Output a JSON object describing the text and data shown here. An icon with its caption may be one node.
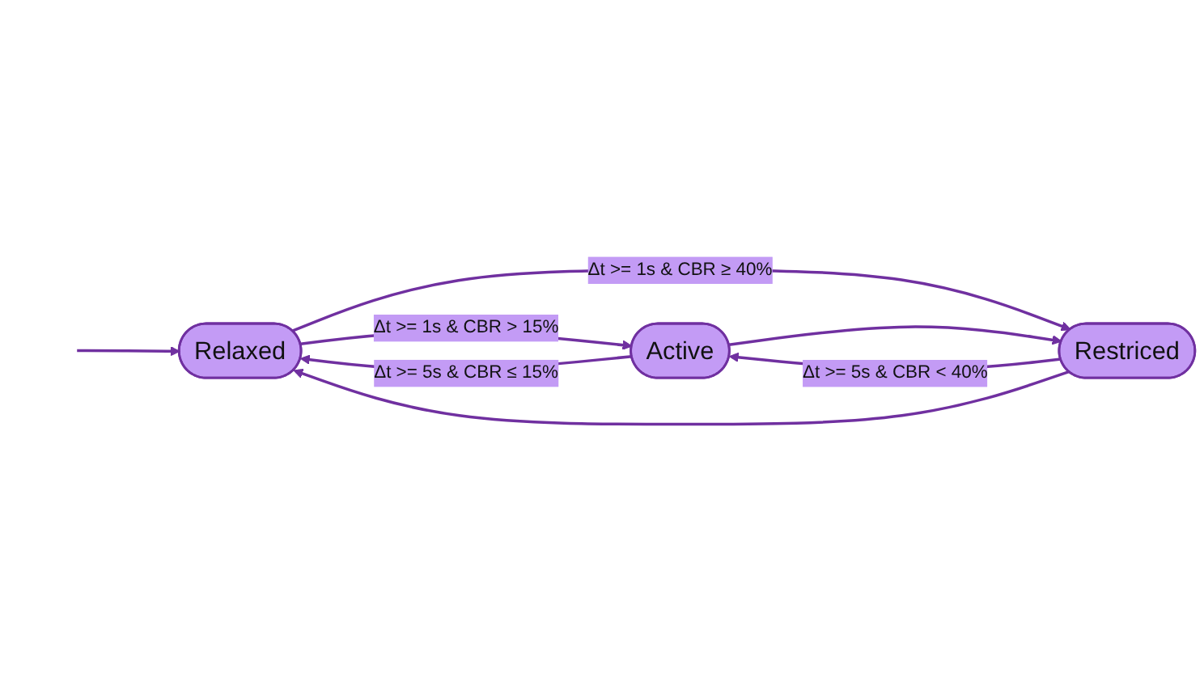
{
  "diagram": {
    "nodes": [
      {
        "text": [
          "Relaxed"
        ]
      },
      {
        "text": [
          "Active"
        ]
      },
      {
        "text": [
          "Restriced"
        ]
      }
    ],
    "edges": [
      {
        "from": null,
        "to": 0,
        "arrow": "to"
      },
      {
        "from": 0,
        "to": 1,
        "arrow": "to",
        "label": "Δt >= 1s & CBR > 15%"
      },
      {
        "from": 0,
        "to": 2,
        "arrow": "to",
        "label": "Δt >= 1s & CBR ≥ 40%"
      },
      {
        "from": 1,
        "to": 2,
        "arrow": "to"
      },
      {
        "from": 1,
        "to": 0,
        "arrow": "to",
        "label": "Δt >= 5s & CBR ≤ 15%"
      },
      {
        "from": 2,
        "to": 1,
        "arrow": "to",
        "label": "Δt >= 5s & CBR < 40%"
      },
      {
        "from": 2,
        "to": 0,
        "arrow": "to"
      }
    ]
  }
}
